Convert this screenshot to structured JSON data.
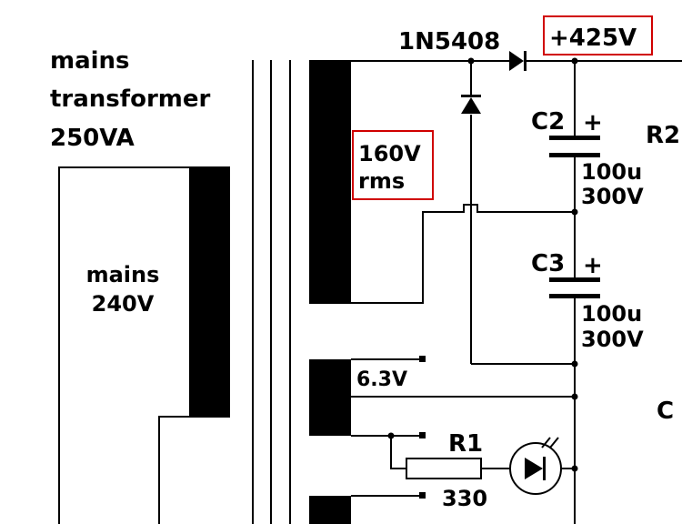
{
  "transformer": {
    "title_line1": "mains",
    "title_line2": "transformer",
    "title_line3": "250VA",
    "primary_line1": "mains",
    "primary_line2": "240V",
    "secondary_hv_line1": "160V",
    "secondary_hv_line2": "rms",
    "heater_voltage": "6.3V"
  },
  "components": {
    "diode": "1N5408",
    "output_voltage": "+425V",
    "c2_name": "C2",
    "c2_polarity": "+",
    "c2_value": "100u",
    "c2_rating": "300V",
    "c3_name": "C3",
    "c3_polarity": "+",
    "c3_value": "100u",
    "c3_rating": "300V",
    "r2_name": "R2",
    "r1_name": "R1",
    "r1_value": "330",
    "cut_label": "C"
  },
  "colors": {
    "wire": "#000000",
    "highlight_box": "#d00000",
    "background": "#ffffff"
  }
}
